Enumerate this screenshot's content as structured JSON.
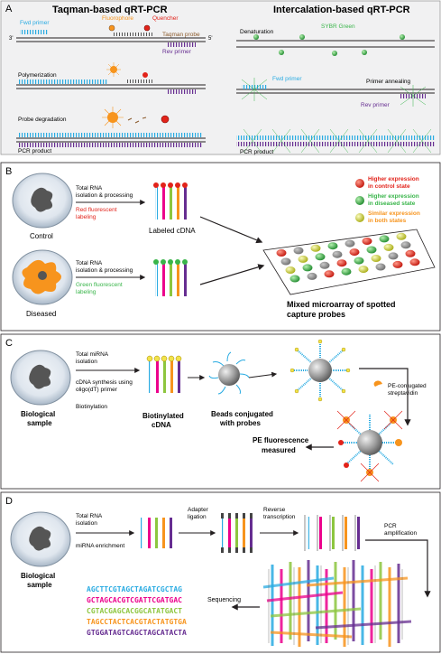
{
  "panel_a": {
    "letter": "A",
    "taqman_title": "Taqman-based qRT-PCR",
    "intercalation_title": "Intercalation-based qRT-PCR",
    "fwd_primer": "Fwd primer",
    "fluorophore": "Fluorophore",
    "quencher": "Quencher",
    "taqman_probe": "Taqman probe",
    "rev_primer": "Rev primer",
    "polymerization": "Polymerization",
    "probe_degradation": "Probe degradation",
    "pcr_product": "PCR product",
    "denaturation": "Denaturation",
    "sybr_green": "SYBR Green",
    "fwd_primer_right": "Fwd primer",
    "primer_annealing": "Primer annealing",
    "rev_primer_right": "Rev primer",
    "pcr_product_right": "PCR product",
    "end3": "3'",
    "end5": "5'"
  },
  "panel_b": {
    "letter": "B",
    "step1_line1": "Total RNA",
    "step1_line2": "isolation & processing",
    "red_label_line1": "Red fluorescent",
    "red_label_line2": "labeling",
    "control": "Control",
    "labeled_cdna": "Labeled cDNA",
    "step2_line1": "Total RNA",
    "step2_line2": "isolation & processing",
    "green_label_line1": "Green fluorescent",
    "green_label_line2": "labeling",
    "diseased": "Diseased",
    "legend_red_line1": "Higher expression",
    "legend_red_line2": "in control state",
    "legend_green_line1": "Higher expression",
    "legend_green_line2": "in diseased state",
    "legend_yellow_line1": "Similar expression",
    "legend_yellow_line2": "in both states",
    "microarray_line1": "Mixed microarray of spotted",
    "microarray_line2": "capture probes"
  },
  "panel_c": {
    "letter": "C",
    "step1_line1": "Total miRNA",
    "step1_line2": "isolation",
    "step2_line1": "cDNA synthesis using",
    "step2_line2": "oligo(dT) primer",
    "step3": "Biotinylation",
    "sample_line1": "Biological",
    "sample_line2": "sample",
    "biotinylated_line1": "Biotinylated",
    "biotinylated_line2": "cDNA",
    "beads_line1": "Beads conjugated",
    "beads_line2": "with probes",
    "pe_line1": "PE-conjugated",
    "pe_line2": "streptavidin",
    "measured_line1": "PE fluorescence",
    "measured_line2": "measured"
  },
  "panel_d": {
    "letter": "D",
    "step1_line1": "Total RNA",
    "step1_line2": "isolation",
    "step2": "miRNA enrichment",
    "sample_line1": "Biological",
    "sample_line2": "sample",
    "adapter_line1": "Adapter",
    "adapter_line2": "ligation",
    "rt_line1": "Reverse",
    "rt_line2": "transcription",
    "pcr_line1": "PCR",
    "pcr_line2": "amplification",
    "sequencing": "Sequencing",
    "sequences": [
      {
        "text": "AGCTTCGTAGCTAGATCGCTAG",
        "color": "#29abe2"
      },
      {
        "text": "GCTAGCACGTCGATTCGATGAC",
        "color": "#ec008c"
      },
      {
        "text": "CGTACGAGCACGGCATATGACT",
        "color": "#8dc63f"
      },
      {
        "text": "TAGCCTACTCACGTACTATGTGA",
        "color": "#f7941d"
      },
      {
        "text": "GTGGATAGTCAGCTAGCATACTA",
        "color": "#662d91"
      }
    ]
  },
  "colors": {
    "red": "#e2231a",
    "green": "#39b54a",
    "yellow": "#d7df23",
    "orange": "#f7941d",
    "blue": "#29abe2",
    "purple": "#662d91",
    "dark": "#231f20"
  }
}
